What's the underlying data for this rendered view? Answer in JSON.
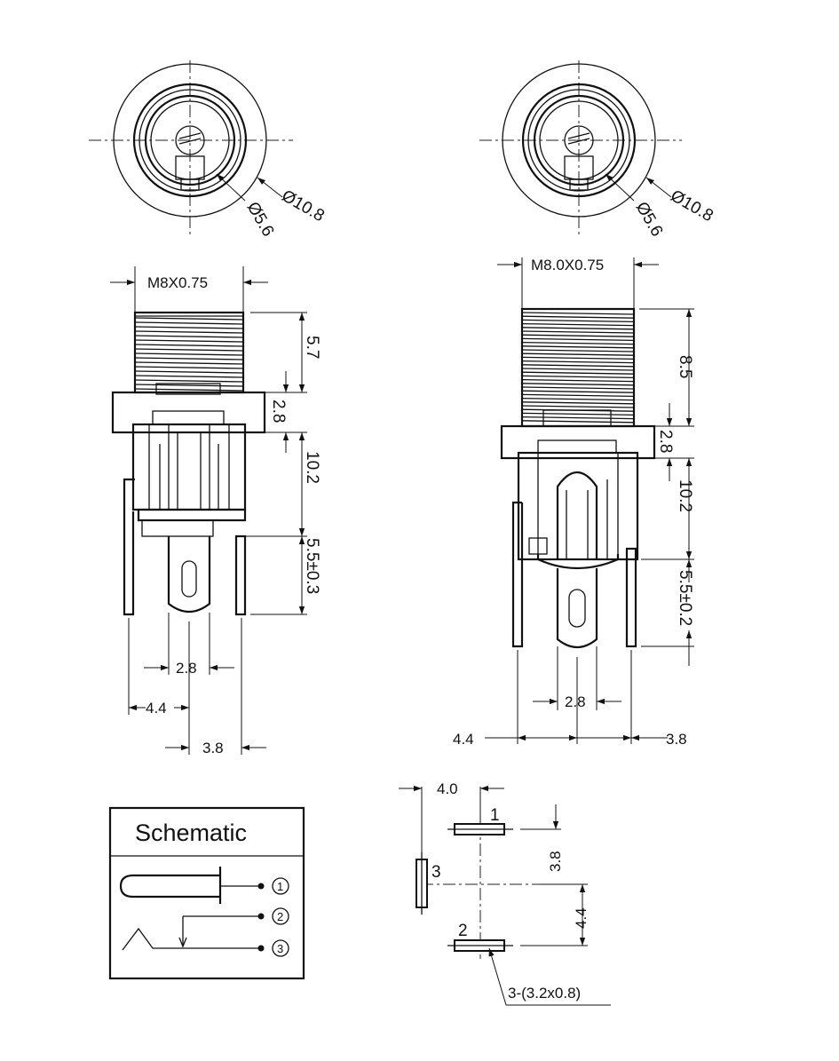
{
  "left_jack": {
    "front_view": {
      "outer_dia": "Ø10.8",
      "inner_dia": "Ø5.6"
    },
    "side_view": {
      "thread": "M8X0.75",
      "thread_length": "5.7",
      "flange": "2.8",
      "body": "10.2",
      "pin_length": "5.5±0.3",
      "pitch_a": "2.8",
      "pitch_b": "4.4",
      "pitch_c": "3.8"
    }
  },
  "right_jack": {
    "front_view": {
      "outer_dia": "Ø10.8",
      "inner_dia": "Ø5.6"
    },
    "side_view": {
      "thread": "M8.0X0.75",
      "thread_length": "8.5",
      "flange": "2.8",
      "body": "10.2",
      "pin_length": "5.5±0.2",
      "pitch_a": "2.8",
      "pitch_b": "4.4",
      "pitch_c": "3.8"
    }
  },
  "schematic": {
    "title": "Schematic",
    "pins": [
      "1",
      "2",
      "3"
    ]
  },
  "footprint": {
    "width": "4.0",
    "pin_labels": [
      "1",
      "2",
      "3"
    ],
    "dy_top": "3.8",
    "dy_bottom": "4.4",
    "pad_note": "3-(3.2x0.8)"
  }
}
